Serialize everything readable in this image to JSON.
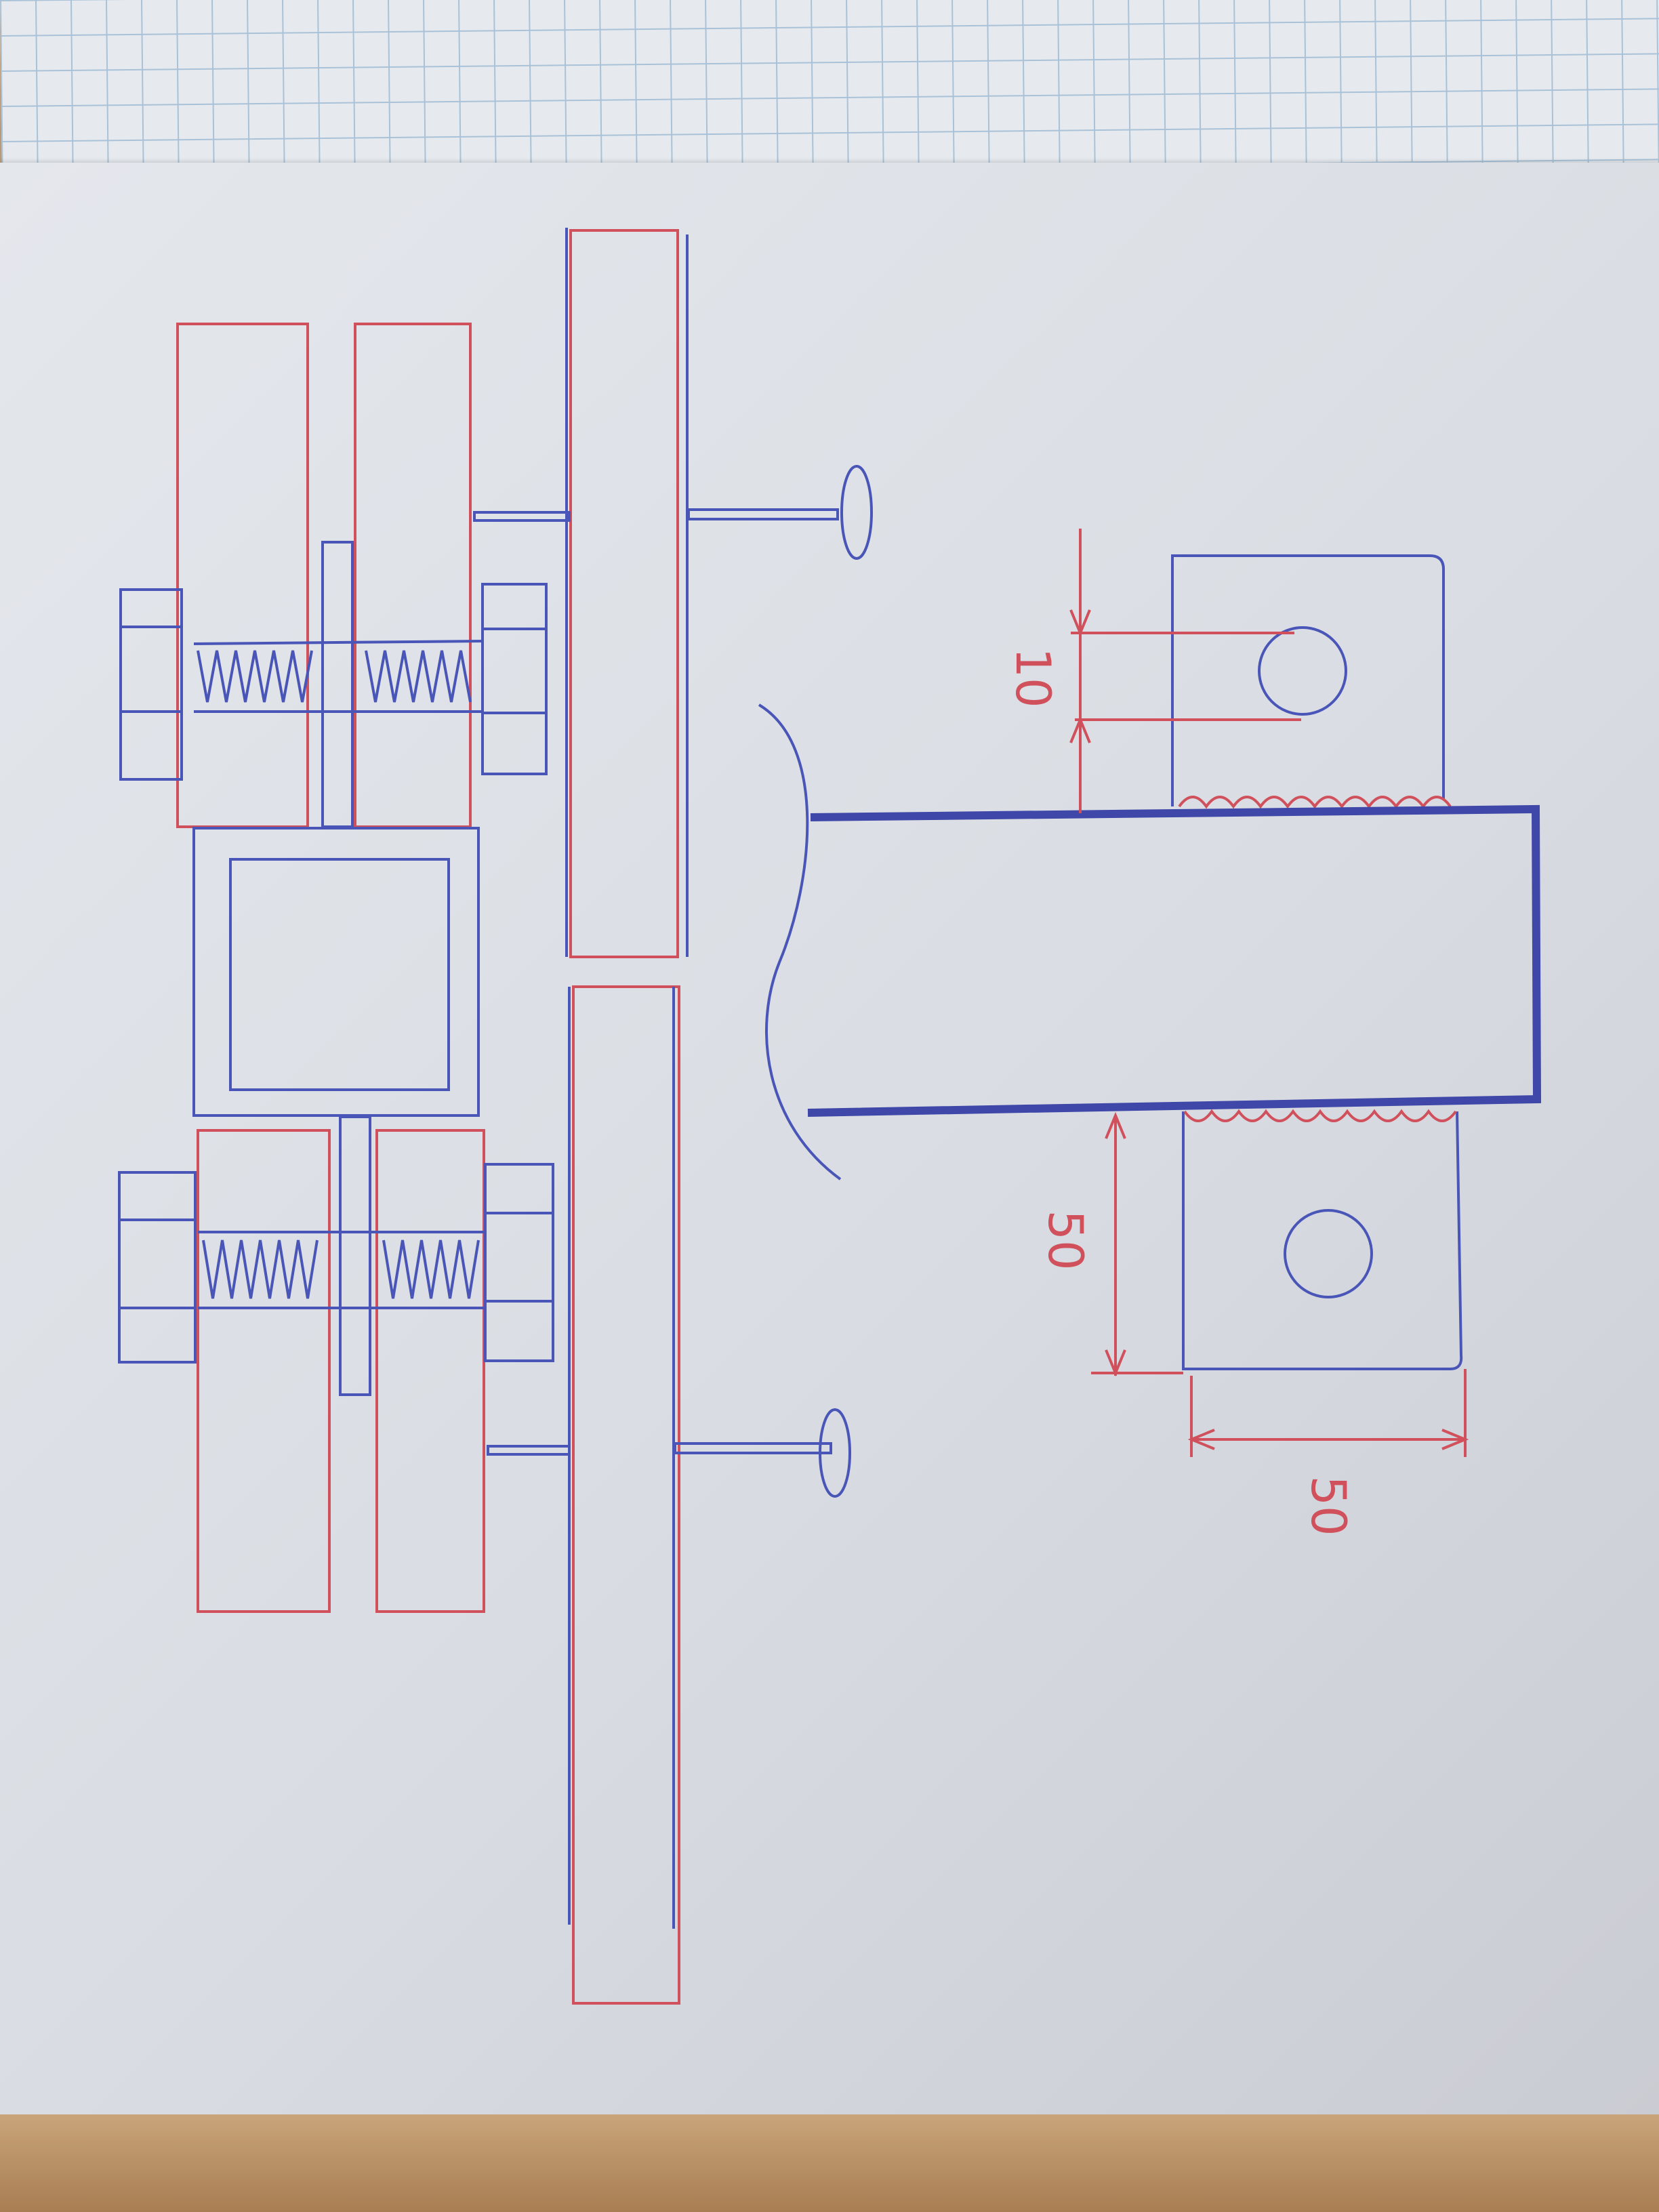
{
  "drawing": {
    "type": "hand-drawn technical sketch",
    "views": [
      {
        "name": "section-view",
        "description": "Cross section: square steel tube between wooden boards, threaded bolts with nuts, springs, plank with nails"
      },
      {
        "name": "plan-view",
        "description": "Welded plate bracket with two bolt holes and rectangular tube"
      }
    ],
    "dimensions": {
      "hole_offset": "10",
      "plate_length": "50",
      "plate_width": "50"
    },
    "colors": {
      "wood_ink": "#d0505c",
      "metal_ink": "#4a55b8",
      "paper": "#dfe2e7",
      "grid_paper": "#e6eaee",
      "desk": "#b89a78"
    }
  }
}
